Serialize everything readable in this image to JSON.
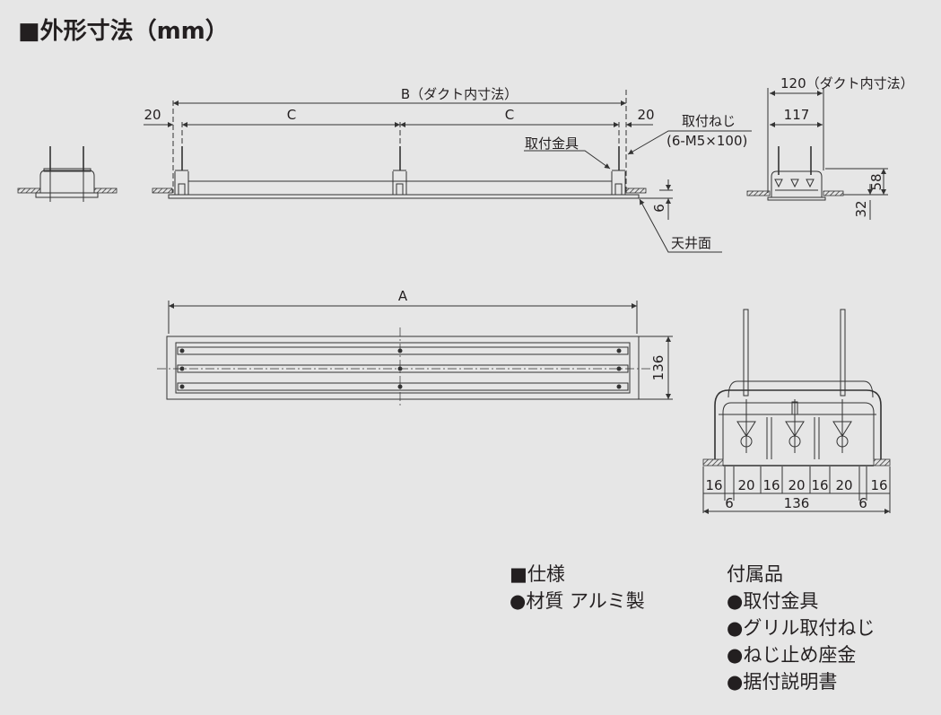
{
  "title": "■外形寸法（mm）",
  "side_view": {
    "b_label": "B（ダクト内寸法）",
    "c_label_left": "C",
    "c_label_right": "C",
    "dim_20_left": "20",
    "dim_20_right": "20",
    "bracket_label": "取付金具",
    "screw_label": "取付ねじ",
    "screw_spec": "(6-M5×100)",
    "dim_6": "6",
    "ceiling_label": "天井面"
  },
  "end_view": {
    "dim_120": "120（ダクト内寸法）",
    "dim_117": "117",
    "dim_58": "58",
    "dim_32": "32"
  },
  "front_view": {
    "a_label": "A",
    "dim_136": "136"
  },
  "section_detail": {
    "top_dims": [
      "16",
      "20",
      "16",
      "20",
      "16",
      "20",
      "16"
    ],
    "bottom_dims": [
      "6",
      "136",
      "6"
    ]
  },
  "specs": {
    "heading": "■仕様",
    "material": "●材質 アルミ製"
  },
  "accessories": {
    "heading": "付属品",
    "items": [
      "●取付金具",
      "●グリル取付ねじ",
      "●ねじ止め座金",
      "●据付説明書"
    ]
  }
}
